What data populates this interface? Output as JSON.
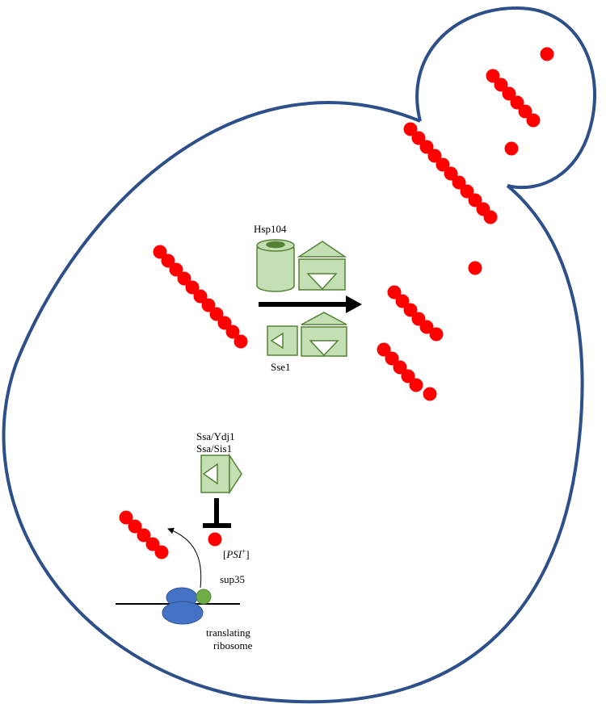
{
  "labels": {
    "hsp104": "Hsp104",
    "sse1": "Sse1",
    "ssa_ydj1": "Ssa/Ydj1",
    "ssa_sis1": "Ssa/Sis1",
    "psi_open": "[",
    "psi_name": "PSI",
    "psi_sup": "+",
    "psi_close": "]",
    "sup35": "sup35",
    "translating": "translating",
    "ribosome": "ribosome"
  },
  "colors": {
    "cell_outline": "#2d4f8a",
    "aggregate": "#ff0000",
    "chaperone_fill": "#c5dfb4",
    "chaperone_stroke": "#548235",
    "ribosome": "#4472c4",
    "nascent_sup35": "#70ad47",
    "arrow": "#000000"
  }
}
